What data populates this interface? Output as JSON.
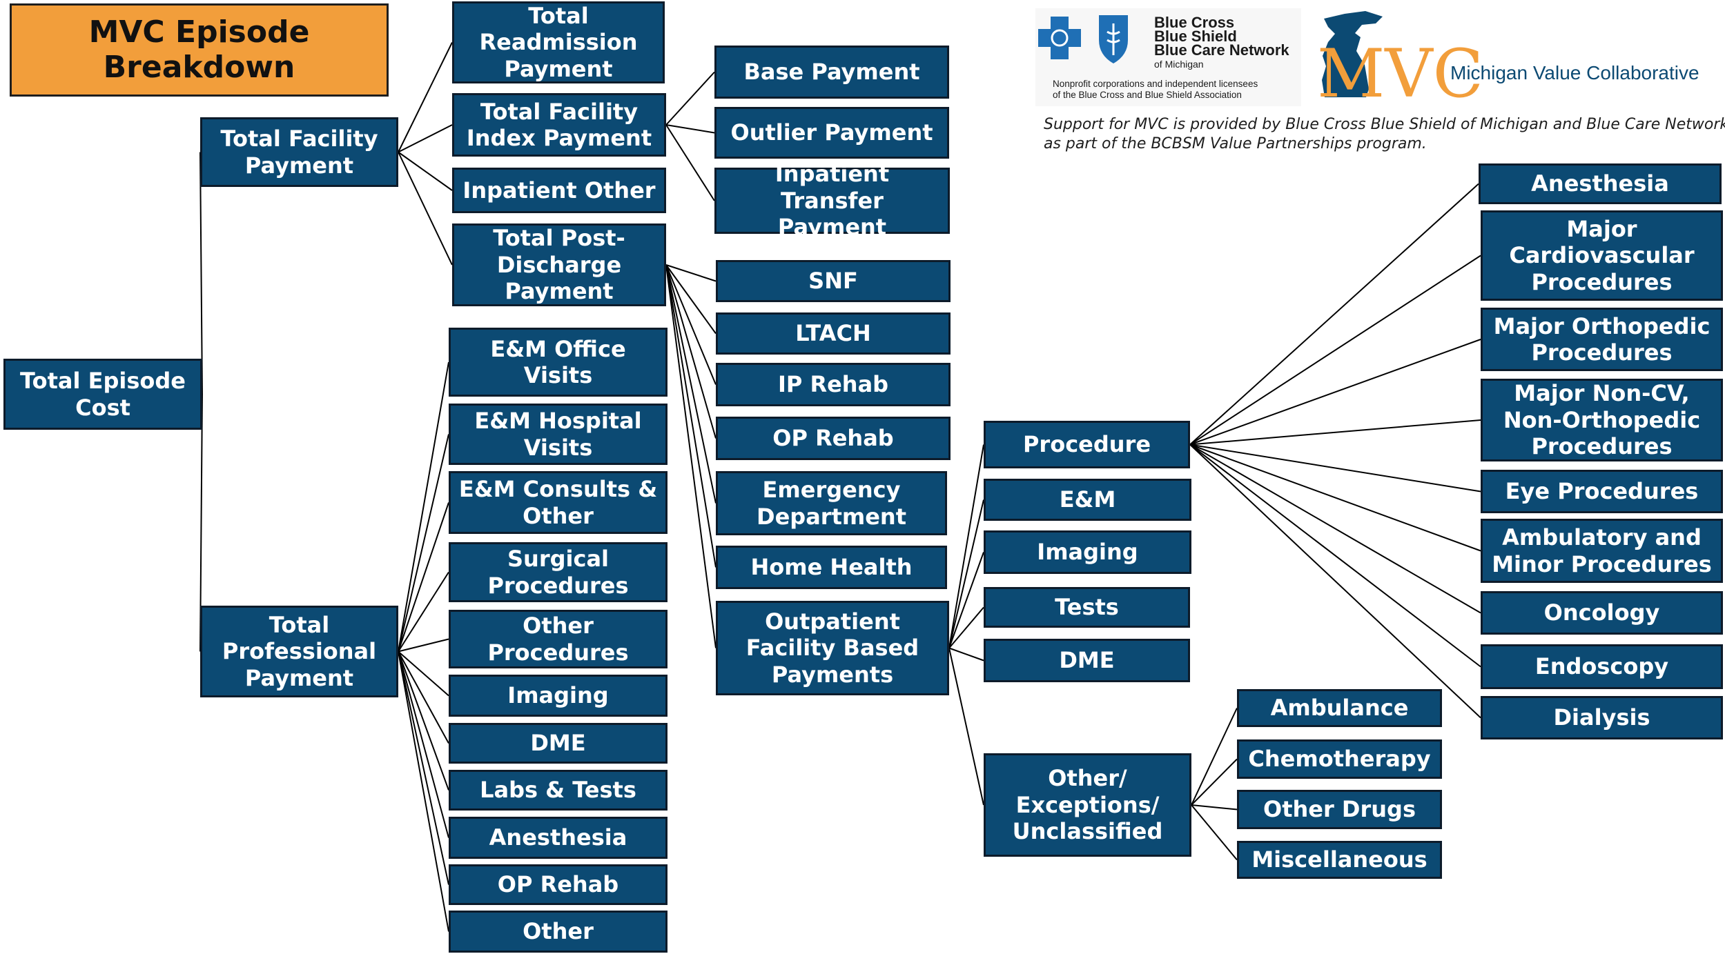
{
  "title": "MVC Episode\nBreakdown",
  "colors": {
    "box_fill": "#0c4a73",
    "box_border": "#0d1b2a",
    "title_fill": "#f29e3b",
    "line": "#000000",
    "mvc_orange": "#f29e3b",
    "mvc_blue": "#0c4a73",
    "bcbs_blue": "#1f6fb5"
  },
  "logos": {
    "bcbs": {
      "line1": "Blue Cross",
      "line2": "Blue Shield",
      "line3": "Blue Care Network",
      "line4": "of Michigan",
      "disclaimer1": "Nonprofit corporations and independent licensees",
      "disclaimer2": "of the Blue Cross and Blue Shield Association"
    },
    "mvc": {
      "letters": "MVC",
      "name": "Michigan Value Collaborative"
    }
  },
  "support_note": {
    "line1": "Support for MVC is provided by Blue Cross Blue Shield of Michigan and Blue Care Network",
    "line2": "as part of the BCBSM Value Partnerships program."
  },
  "nodes": {
    "total_episode_cost": "Total Episode\nCost",
    "total_facility_payment": "Total Facility\nPayment",
    "total_professional_payment": "Total\nProfessional\nPayment",
    "total_readmission_payment": "Total\nReadmission\nPayment",
    "total_facility_index_payment": "Total Facility\nIndex Payment",
    "inpatient_other": "Inpatient Other",
    "total_post_discharge_payment": "Total Post-\nDischarge\nPayment",
    "base_payment": "Base Payment",
    "outlier_payment": "Outlier Payment",
    "inpatient_transfer_payment": "Inpatient Transfer\nPayment",
    "snf": "SNF",
    "ltach": "LTACH",
    "ip_rehab": "IP Rehab",
    "op_rehab_pd": "OP Rehab",
    "emergency_department": "Emergency\nDepartment",
    "home_health": "Home Health",
    "outpatient_facility_based_payments": "Outpatient\nFacility Based\nPayments",
    "em_office_visits": "E&M Office Visits",
    "em_hospital_visits": "E&M Hospital\nVisits",
    "em_consults_other": "E&M Consults &\nOther",
    "surgical_procedures": "Surgical\nProcedures",
    "other_procedures": "Other\nProcedures",
    "prof_imaging": "Imaging",
    "prof_dme": "DME",
    "labs_tests": "Labs & Tests",
    "prof_anesthesia": "Anesthesia",
    "prof_op_rehab": "OP Rehab",
    "prof_other": "Other",
    "procedure": "Procedure",
    "op_em": "E&M",
    "op_imaging": "Imaging",
    "op_tests": "Tests",
    "op_dme": "DME",
    "other_exceptions_unclassified": "Other/\nExceptions/\nUnclassified",
    "ambulance": "Ambulance",
    "chemotherapy": "Chemotherapy",
    "other_drugs": "Other Drugs",
    "miscellaneous": "Miscellaneous",
    "proc_anesthesia": "Anesthesia",
    "major_cardiovascular_procedures": "Major\nCardiovascular\nProcedures",
    "major_orthopedic_procedures": "Major Orthopedic\nProcedures",
    "major_non_cv_non_orthopedic_procedures": "Major Non-CV,\nNon-Orthopedic\nProcedures",
    "eye_procedures": "Eye Procedures",
    "ambulatory_minor_procedures": "Ambulatory and\nMinor Procedures",
    "oncology": "Oncology",
    "endoscopy": "Endoscopy",
    "dialysis": "Dialysis"
  },
  "edges": [
    [
      "total_episode_cost",
      "total_facility_payment"
    ],
    [
      "total_episode_cost",
      "total_professional_payment"
    ],
    [
      "total_facility_payment",
      "total_readmission_payment"
    ],
    [
      "total_facility_payment",
      "total_facility_index_payment"
    ],
    [
      "total_facility_payment",
      "inpatient_other"
    ],
    [
      "total_facility_payment",
      "total_post_discharge_payment"
    ],
    [
      "total_facility_index_payment",
      "base_payment"
    ],
    [
      "total_facility_index_payment",
      "outlier_payment"
    ],
    [
      "total_facility_index_payment",
      "inpatient_transfer_payment"
    ],
    [
      "total_post_discharge_payment",
      "snf"
    ],
    [
      "total_post_discharge_payment",
      "ltach"
    ],
    [
      "total_post_discharge_payment",
      "ip_rehab"
    ],
    [
      "total_post_discharge_payment",
      "op_rehab_pd"
    ],
    [
      "total_post_discharge_payment",
      "emergency_department"
    ],
    [
      "total_post_discharge_payment",
      "home_health"
    ],
    [
      "total_post_discharge_payment",
      "outpatient_facility_based_payments"
    ],
    [
      "total_professional_payment",
      "em_office_visits"
    ],
    [
      "total_professional_payment",
      "em_hospital_visits"
    ],
    [
      "total_professional_payment",
      "em_consults_other"
    ],
    [
      "total_professional_payment",
      "surgical_procedures"
    ],
    [
      "total_professional_payment",
      "other_procedures"
    ],
    [
      "total_professional_payment",
      "prof_imaging"
    ],
    [
      "total_professional_payment",
      "prof_dme"
    ],
    [
      "total_professional_payment",
      "labs_tests"
    ],
    [
      "total_professional_payment",
      "prof_anesthesia"
    ],
    [
      "total_professional_payment",
      "prof_op_rehab"
    ],
    [
      "total_professional_payment",
      "prof_other"
    ],
    [
      "outpatient_facility_based_payments",
      "procedure"
    ],
    [
      "outpatient_facility_based_payments",
      "op_em"
    ],
    [
      "outpatient_facility_based_payments",
      "op_imaging"
    ],
    [
      "outpatient_facility_based_payments",
      "op_tests"
    ],
    [
      "outpatient_facility_based_payments",
      "op_dme"
    ],
    [
      "outpatient_facility_based_payments",
      "other_exceptions_unclassified"
    ],
    [
      "other_exceptions_unclassified",
      "ambulance"
    ],
    [
      "other_exceptions_unclassified",
      "chemotherapy"
    ],
    [
      "other_exceptions_unclassified",
      "other_drugs"
    ],
    [
      "other_exceptions_unclassified",
      "miscellaneous"
    ],
    [
      "procedure",
      "proc_anesthesia"
    ],
    [
      "procedure",
      "major_cardiovascular_procedures"
    ],
    [
      "procedure",
      "major_orthopedic_procedures"
    ],
    [
      "procedure",
      "major_non_cv_non_orthopedic_procedures"
    ],
    [
      "procedure",
      "eye_procedures"
    ],
    [
      "procedure",
      "ambulatory_minor_procedures"
    ],
    [
      "procedure",
      "oncology"
    ],
    [
      "procedure",
      "endoscopy"
    ],
    [
      "procedure",
      "dialysis"
    ]
  ]
}
